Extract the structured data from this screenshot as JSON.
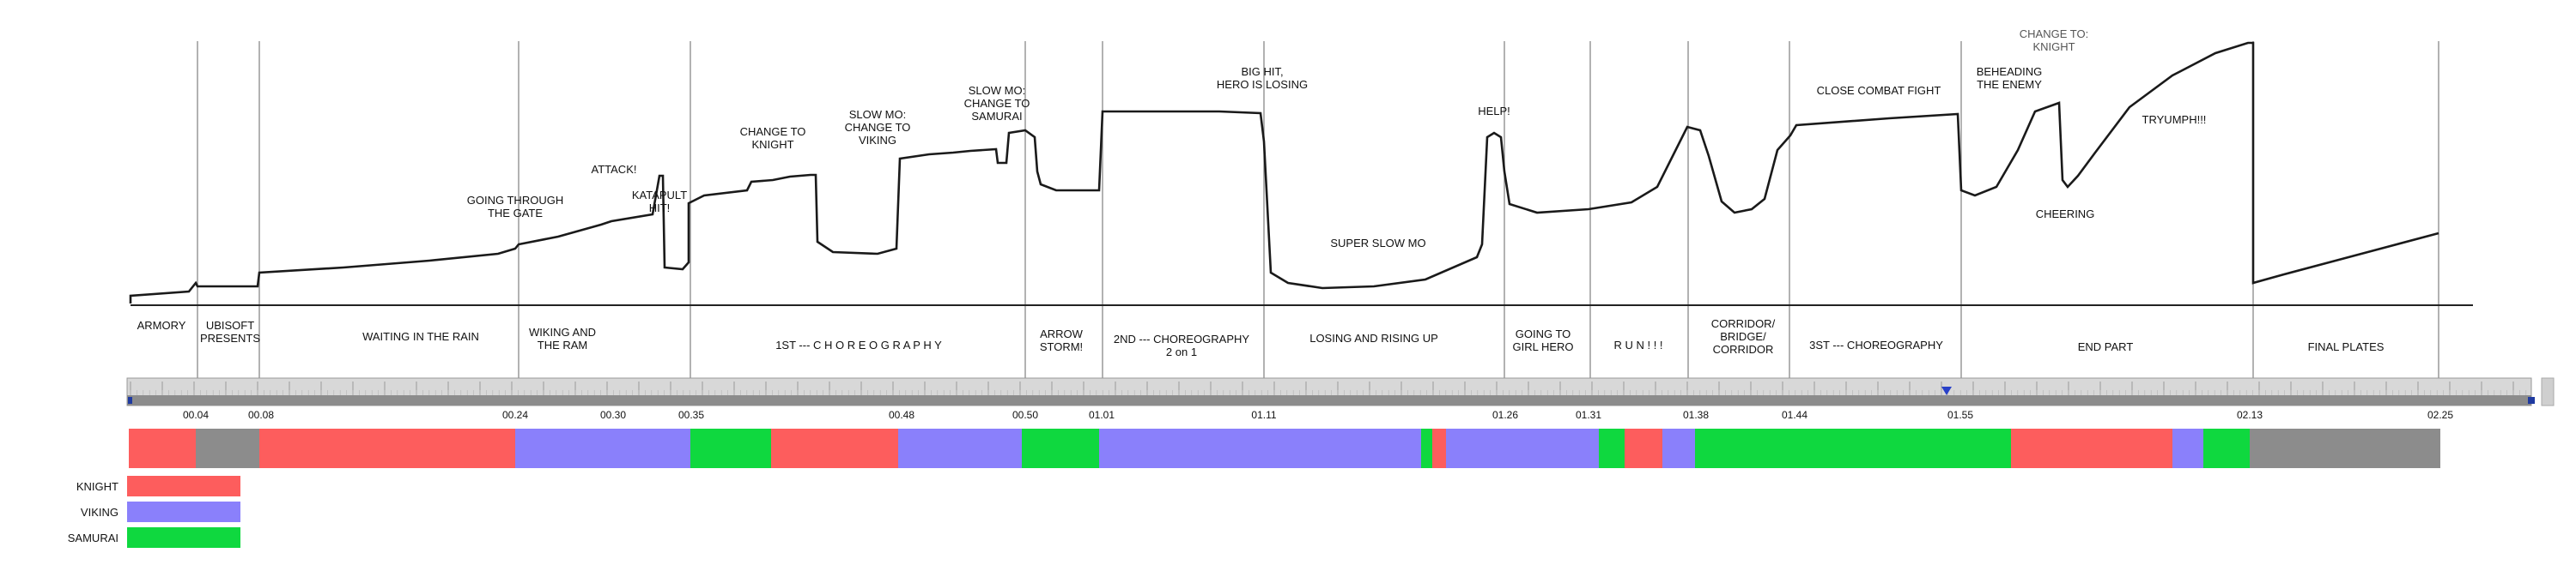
{
  "colors": {
    "knight": "#fd5d5d",
    "viking": "#8a80fb",
    "samurai": "#0fd83f",
    "none": "#8c8c8c",
    "background": "#ffffff",
    "line": "#1a1a1a"
  },
  "annotations": [
    {
      "id": "going-through-gate",
      "lines": [
        "GOING THROUGH",
        "THE GATE"
      ]
    },
    {
      "id": "attack",
      "lines": [
        "ATTACK!"
      ]
    },
    {
      "id": "katapult-hit",
      "lines": [
        "KATAPULT",
        "HIT!"
      ]
    },
    {
      "id": "change-to-knight-1",
      "lines": [
        "CHANGE TO",
        "KNIGHT"
      ]
    },
    {
      "id": "slow-mo-viking",
      "lines": [
        "SLOW MO:",
        "CHANGE TO",
        "VIKING"
      ]
    },
    {
      "id": "slow-mo-samurai",
      "lines": [
        "SLOW MO:",
        "CHANGE TO",
        "SAMURAI"
      ]
    },
    {
      "id": "big-hit",
      "lines": [
        "BIG HIT,",
        "HERO IS LOSING"
      ]
    },
    {
      "id": "super-slow-mo",
      "lines": [
        "SUPER SLOW MO"
      ]
    },
    {
      "id": "help",
      "lines": [
        "HELP!"
      ]
    },
    {
      "id": "close-combat",
      "lines": [
        "CLOSE COMBAT FIGHT"
      ]
    },
    {
      "id": "change-to-knight-2",
      "lines": [
        "CHANGE TO:",
        "KNIGHT"
      ],
      "muted": true
    },
    {
      "id": "beheading",
      "lines": [
        "BEHEADING",
        "THE ENEMY"
      ]
    },
    {
      "id": "cheering",
      "lines": [
        "CHEERING"
      ]
    },
    {
      "id": "tryumph",
      "lines": [
        "TRYUMPH!!!"
      ]
    }
  ],
  "sections": [
    {
      "id": "armory",
      "lines": [
        "ARMORY"
      ]
    },
    {
      "id": "ubisoft",
      "lines": [
        "UBISOFT",
        "PRESENTS"
      ]
    },
    {
      "id": "waiting",
      "lines": [
        "WAITING IN THE RAIN"
      ]
    },
    {
      "id": "wiking-ram",
      "lines": [
        "WIKING AND",
        "THE RAM"
      ]
    },
    {
      "id": "choreo-1",
      "lines": [
        "1ST --- C H O R E O G R A P H Y"
      ]
    },
    {
      "id": "arrow-storm",
      "lines": [
        "ARROW",
        "STORM!"
      ]
    },
    {
      "id": "choreo-2",
      "lines": [
        "2ND --- CHOREOGRAPHY",
        "2 on 1"
      ]
    },
    {
      "id": "losing-rising",
      "lines": [
        "LOSING AND RISING UP"
      ]
    },
    {
      "id": "going-girl-hero",
      "lines": [
        "GOING TO",
        "GIRL HERO"
      ]
    },
    {
      "id": "run",
      "lines": [
        "R U N ! ! !"
      ]
    },
    {
      "id": "corridor",
      "lines": [
        "CORRIDOR/",
        "BRIDGE/",
        "CORRIDOR"
      ]
    },
    {
      "id": "choreo-3",
      "lines": [
        "3ST --- CHOREOGRAPHY"
      ]
    },
    {
      "id": "end-part",
      "lines": [
        "END PART"
      ]
    },
    {
      "id": "final-plates",
      "lines": [
        "FINAL PLATES"
      ]
    }
  ],
  "timecodes": [
    "00.04",
    "00.08",
    "00.24",
    "00.30",
    "00.35",
    "00.48",
    "00.50",
    "01.01",
    "01.11",
    "01.26",
    "01.31",
    "01.38",
    "01.44",
    "01.55",
    "02.13",
    "02.25"
  ],
  "character_bar": [
    {
      "character": "knight"
    },
    {
      "character": "none"
    },
    {
      "character": "knight"
    },
    {
      "character": "viking"
    },
    {
      "character": "samurai"
    },
    {
      "character": "knight"
    },
    {
      "character": "viking"
    },
    {
      "character": "samurai"
    },
    {
      "character": "viking"
    },
    {
      "character": "samurai"
    },
    {
      "character": "knight"
    },
    {
      "character": "viking"
    },
    {
      "character": "samurai"
    },
    {
      "character": "knight"
    },
    {
      "character": "viking"
    },
    {
      "character": "samurai"
    },
    {
      "character": "knight"
    },
    {
      "character": "viking"
    },
    {
      "character": "samurai"
    },
    {
      "character": "none"
    }
  ],
  "legend": [
    {
      "label": "KNIGHT",
      "character": "knight"
    },
    {
      "label": "VIKING",
      "character": "viking"
    },
    {
      "label": "SAMURAI",
      "character": "samurai"
    }
  ]
}
